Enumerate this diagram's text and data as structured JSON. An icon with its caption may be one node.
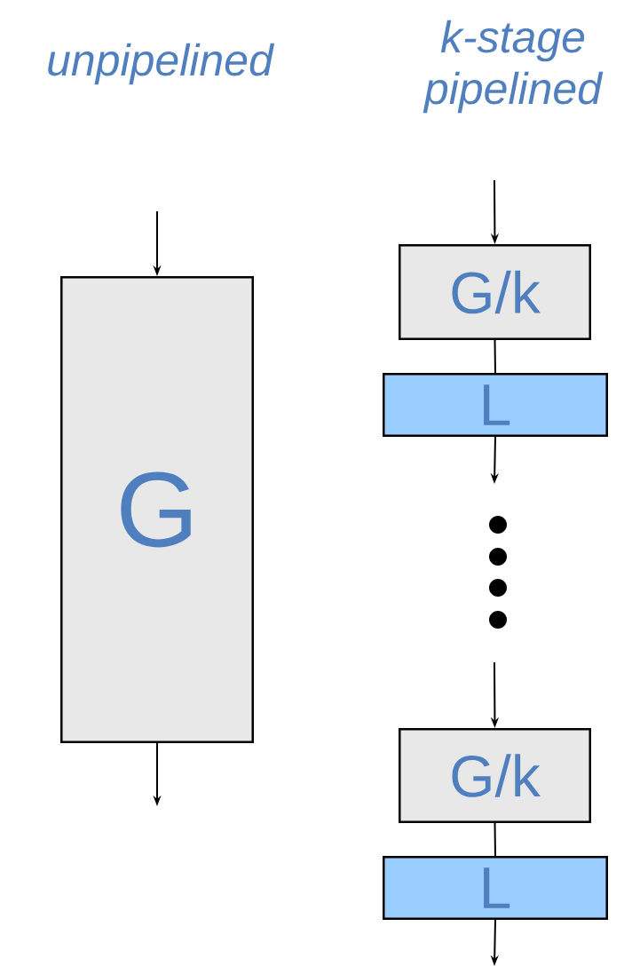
{
  "diagram": {
    "nodes": [
      {
        "text": [
          "G"
        ]
      },
      {
        "text": [
          "G/k"
        ]
      },
      {
        "text": [
          "L"
        ]
      },
      {
        "text": [
          "G/k"
        ]
      },
      {
        "text": [
          "L"
        ]
      }
    ],
    "edges": [
      {
        "from": null,
        "to": 0,
        "arrow": "to"
      },
      {
        "from": 0,
        "to": null,
        "arrow": "to"
      },
      {
        "from": null,
        "to": 1,
        "arrow": "to"
      },
      {
        "from": 1,
        "to": 2,
        "arrow": "none"
      },
      {
        "from": 2,
        "to": null,
        "arrow": "to"
      },
      {
        "from": null,
        "to": 3,
        "arrow": "to"
      },
      {
        "from": 3,
        "to": 4,
        "arrow": "none"
      },
      {
        "from": 4,
        "to": null,
        "arrow": "to"
      }
    ],
    "labels": [
      "unpipelined",
      "k-stage pipelined"
    ]
  }
}
